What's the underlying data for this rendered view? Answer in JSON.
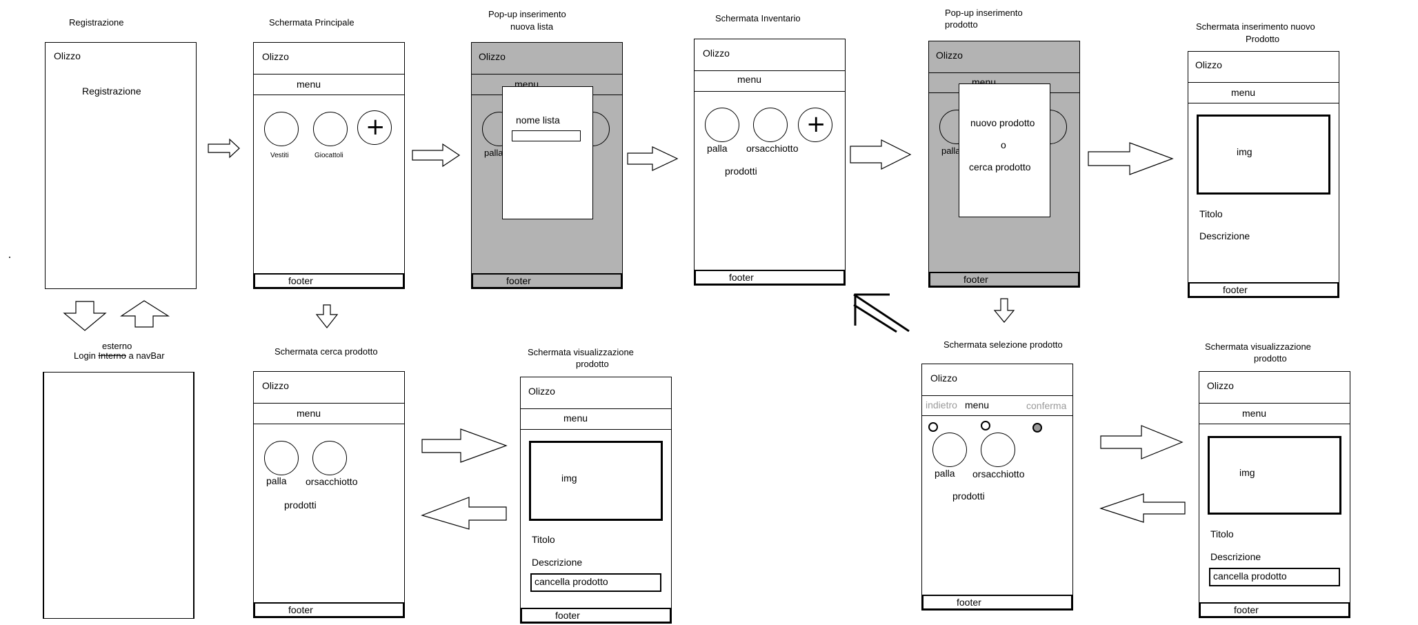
{
  "brand": "Olizzo",
  "nav_label": "menu",
  "footer_label": "footer",
  "screens": {
    "registrazione": {
      "title": "Registrazione",
      "body_text": "Registrazione"
    },
    "principale": {
      "title": "Schermata Principale",
      "cat1": "Vestiti",
      "cat2": "Giocattoli"
    },
    "popup_lista": {
      "title_line1": "Pop-up inserimento",
      "title_line2": "nuova lista",
      "field_label": "nome lista"
    },
    "inventario": {
      "title": "Schermata Inventario",
      "item1": "palla",
      "item2": "orsacchiotto",
      "section": "prodotti"
    },
    "popup_prodotto": {
      "title_line1": "Pop-up inserimento",
      "title_line2": "prodotto",
      "option1": "nuovo prodotto",
      "separator": "o",
      "option2": "cerca prodotto"
    },
    "nuovo_prodotto": {
      "title_line1": "Schermata  inserimento nuovo",
      "title_line2": "Prodotto",
      "img": "img",
      "field_title": "Titolo",
      "field_desc": "Descrizione"
    },
    "login": {
      "line1": "esterno",
      "line2_a": "Login ",
      "line2_strike": "Interno",
      "line2_b": " a navBar"
    },
    "cerca_prodotto": {
      "title": "Schermata   cerca prodotto",
      "item1": "palla",
      "item2": "orsacchiotto",
      "section": "prodotti"
    },
    "visualizzazione1": {
      "title_line1": "Schermata  visualizzazione",
      "title_line2": "prodotto",
      "img": "img",
      "field_title": "Titolo",
      "field_desc": "Descrizione",
      "delete_button": "cancella prodotto"
    },
    "selezione": {
      "title": "Schermata selezione prodotto",
      "back": "indietro",
      "confirm": "conferma",
      "item1": "palla",
      "item2": "orsacchiotto",
      "section": "prodotti"
    },
    "visualizzazione2": {
      "title_line1": "Schermata  visualizzazione",
      "title_line2": "prodotto",
      "img": "img",
      "field_title": "Titolo",
      "field_desc": "Descrizione",
      "delete_button": "cancella prodotto"
    }
  }
}
